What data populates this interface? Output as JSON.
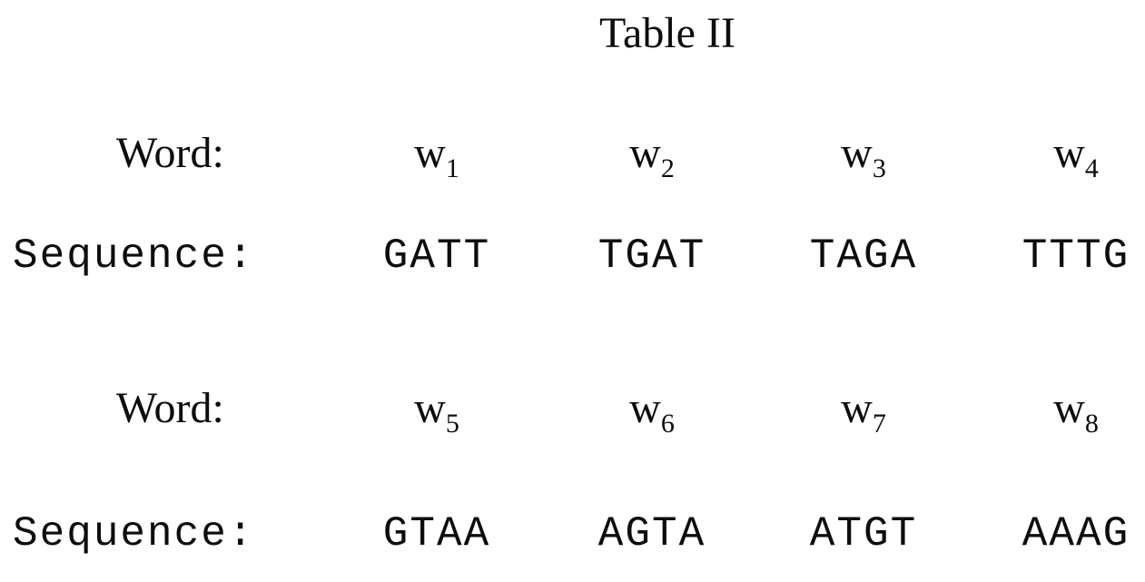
{
  "title": "Table II",
  "labels": {
    "word": "Word:",
    "sequence": "Sequence:"
  },
  "groups": [
    {
      "words": [
        {
          "base": "w",
          "sub": "1"
        },
        {
          "base": "w",
          "sub": "2"
        },
        {
          "base": "w",
          "sub": "3"
        },
        {
          "base": "w",
          "sub": "4"
        }
      ],
      "sequences": [
        "GATT",
        "TGAT",
        "TAGA",
        "TTTG"
      ]
    },
    {
      "words": [
        {
          "base": "w",
          "sub": "5"
        },
        {
          "base": "w",
          "sub": "6"
        },
        {
          "base": "w",
          "sub": "7"
        },
        {
          "base": "w",
          "sub": "8"
        }
      ],
      "sequences": [
        "GTAA",
        "AGTA",
        "ATGT",
        "AAAG"
      ]
    }
  ],
  "colors": {
    "text": "#0d0d0d",
    "background": "#ffffff"
  }
}
